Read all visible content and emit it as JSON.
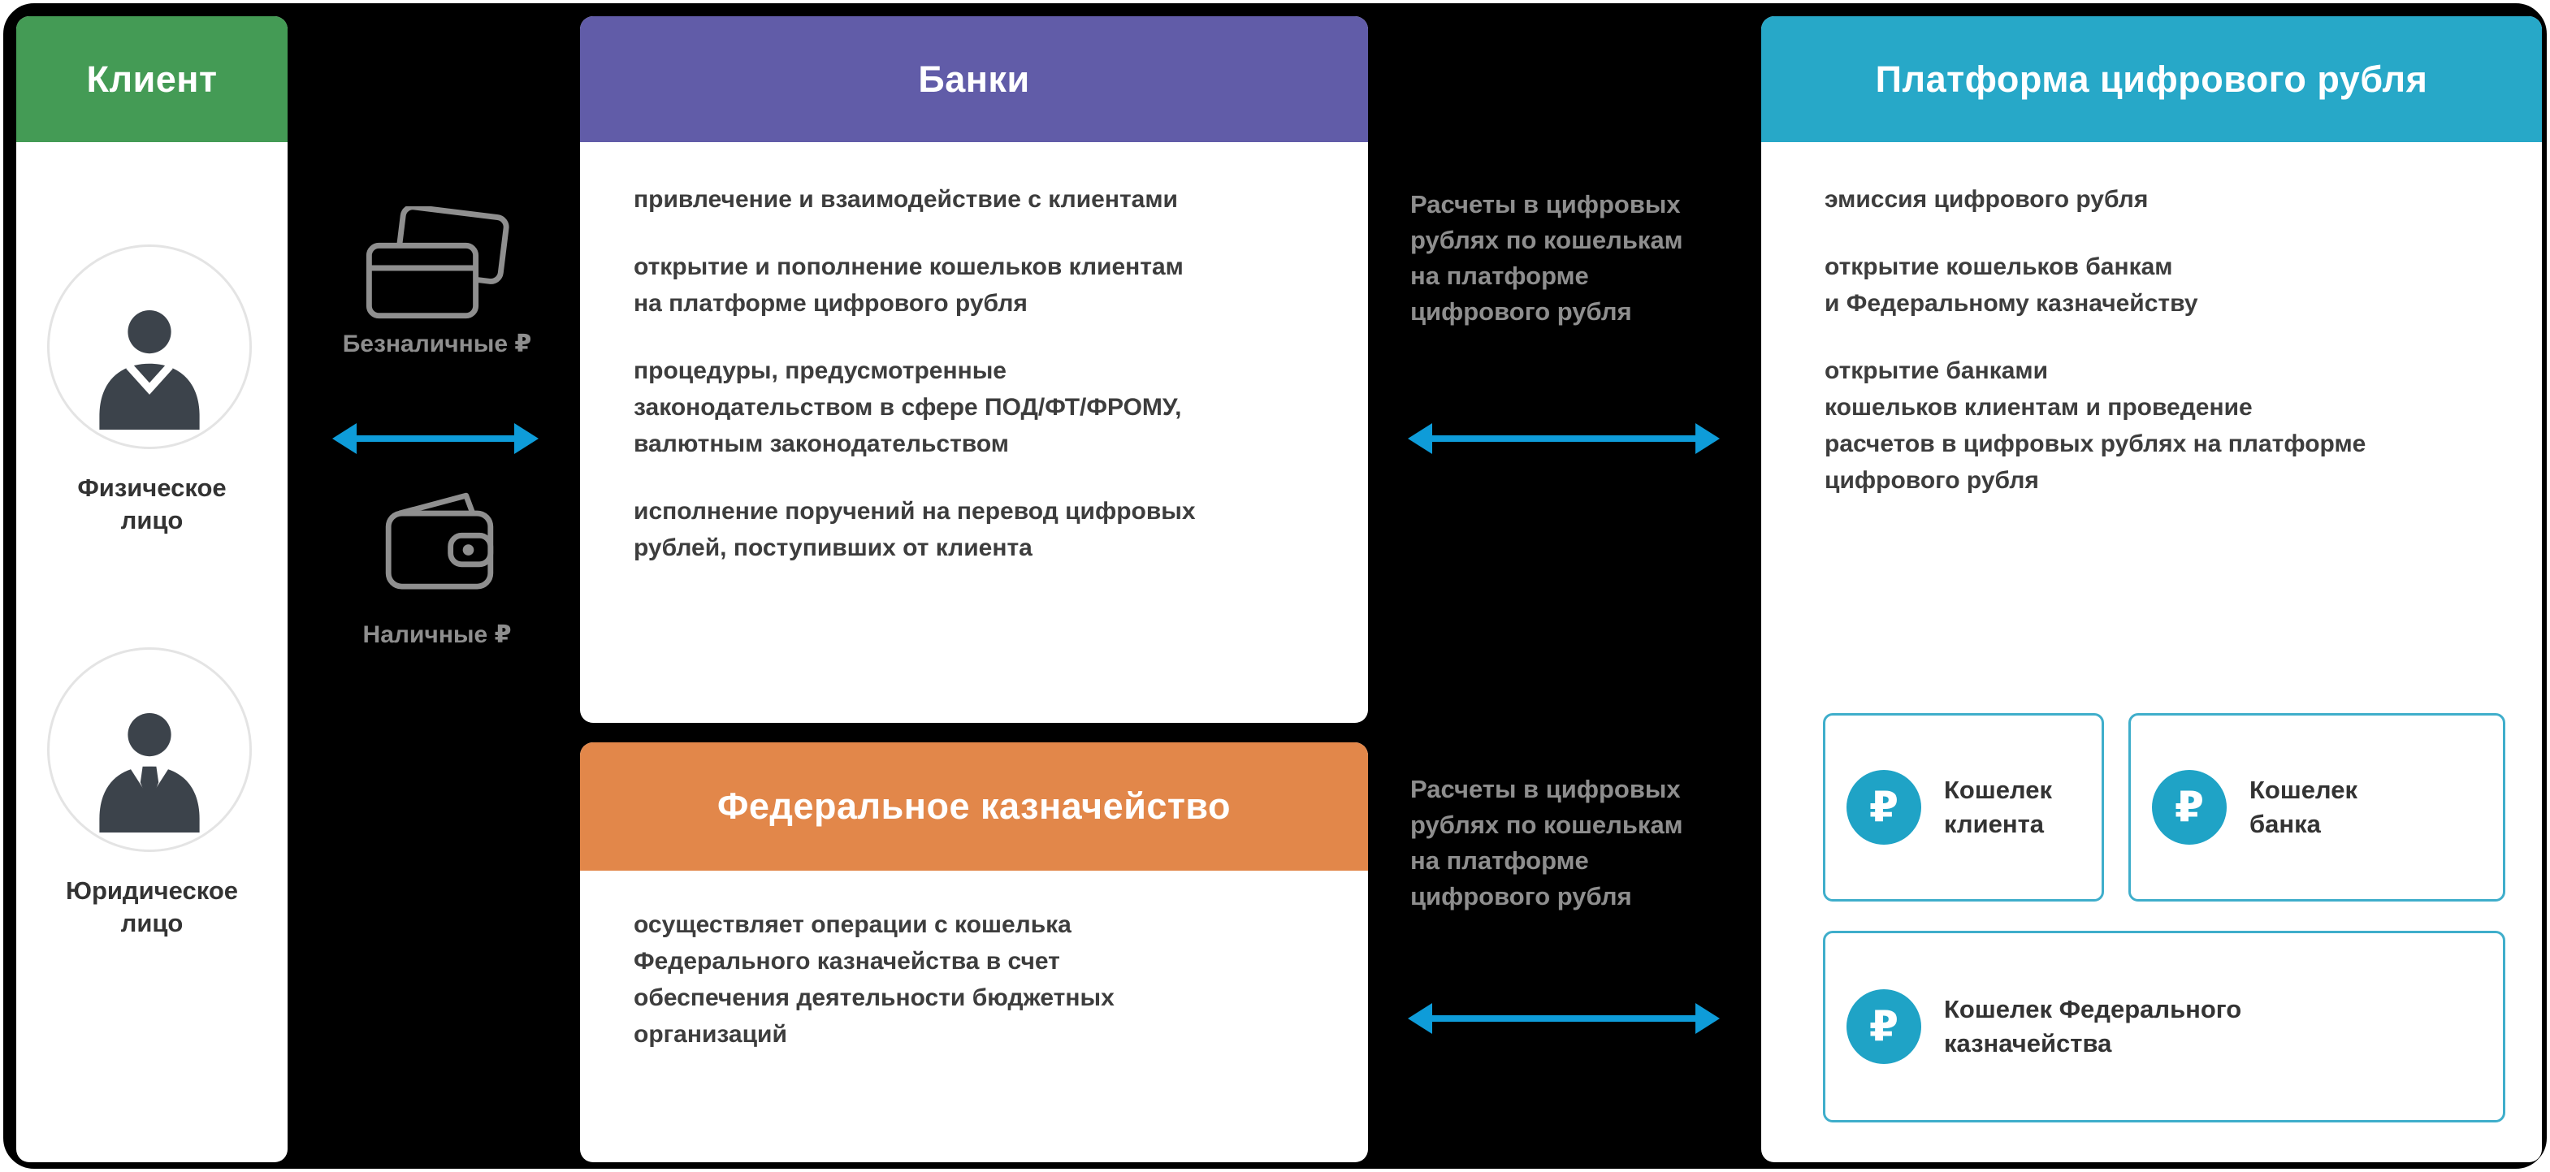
{
  "client": {
    "title": "Клиент",
    "individual_label": "Физическое\nлицо",
    "legal_label": "Юридическое\nлицо"
  },
  "channels": {
    "cashless_label": "Безналичные ₽",
    "cash_label": "Наличные ₽"
  },
  "banks": {
    "title": "Банки",
    "points": [
      "привлечение и взаимодействие с клиентами",
      "открытие и пополнение кошельков клиентам\nна платформе цифрового рубля",
      "процедуры, предусмотренные\nзаконодательством в сфере ПОД/ФТ/ФРОМУ,\nвалютным законодательством",
      "исполнение поручений на перевод цифровых\nрублей, поступивших от клиента"
    ]
  },
  "treasury": {
    "title": "Федеральное казначейство",
    "text": "осуществляет операции с кошелька\nФедерального казначейства в счет\nобеспечения деятельности бюджетных\nорганизаций"
  },
  "platform": {
    "title": "Платформа цифрового рубля",
    "points": [
      "эмиссия цифрового рубля",
      "открытие кошельков банкам\nи Федеральному казначейству",
      "открытие банками\nкошельков клиентам и проведение\nрасчетов в цифровых рублях на платформе\nцифрового рубля"
    ],
    "wallets": [
      {
        "symbol": "₽",
        "label": "Кошелек\nклиента"
      },
      {
        "symbol": "₽",
        "label": "Кошелек\nбанка"
      },
      {
        "symbol": "₽",
        "label": "Кошелек Федерального\nказначейства"
      }
    ]
  },
  "flows": {
    "top_label": "Расчеты в цифровых\nрублях по кошелькам\nна платформе\nцифрового рубля",
    "bottom_label": "Расчеты в цифровых\nрублях по кошелькам\nна платформе\nцифрового рубля"
  },
  "icons": {
    "individual": "person-icon",
    "legal": "person-tie-icon",
    "cashless": "bank-cards-icon",
    "cash": "wallet-icon",
    "wallet_badge": "ruble-sign-icon",
    "flow": "double-arrow-icon"
  },
  "colors": {
    "background": "#000000",
    "client_header": "#449B55",
    "banks_header": "#615CA8",
    "treasury_header": "#E2874A",
    "platform_header": "#27A8C8",
    "arrow": "#0E9CD9",
    "wallet_accent": "#1FA3C6",
    "wallet_border": "#3FAECB",
    "body_text": "#3D3D3D",
    "muted_text": "#8E8E8E"
  }
}
